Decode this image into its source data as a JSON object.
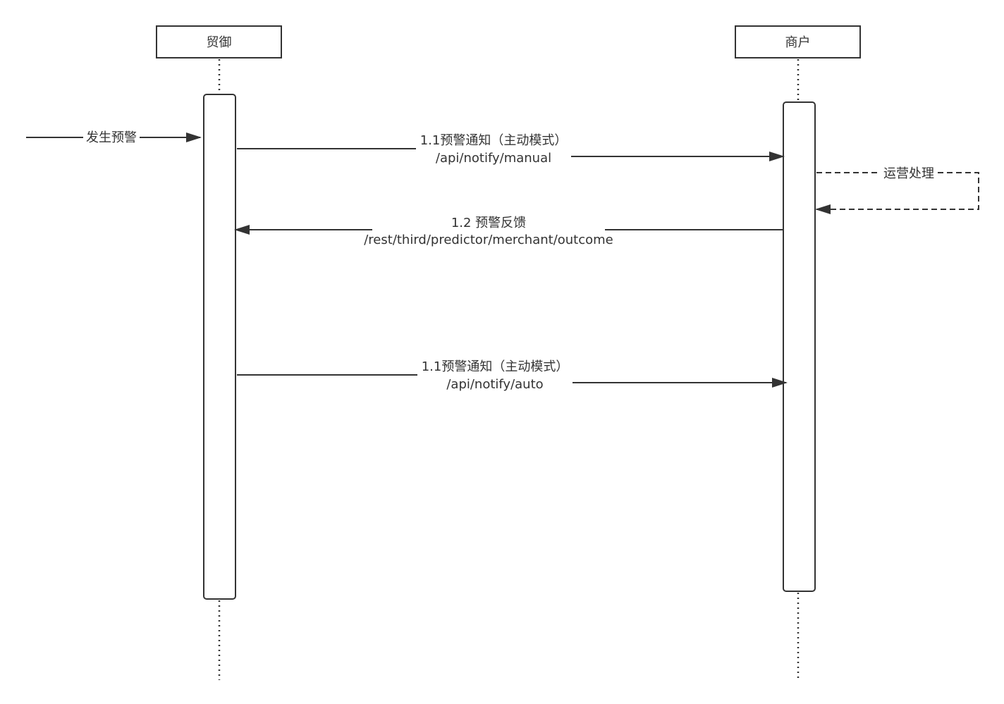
{
  "participants": {
    "left": {
      "name": "贸御"
    },
    "right": {
      "name": "商户"
    }
  },
  "messages": {
    "trigger": {
      "label": "发生预警"
    },
    "notify_manual": {
      "line1": "1.1预警通知（主动模式）",
      "line2": "/api/notify/manual"
    },
    "self_process": {
      "label": "运营处理"
    },
    "feedback": {
      "line1": "1.2 预警反馈",
      "line2": "/rest/third/predictor/merchant/outcome"
    },
    "notify_auto": {
      "line1": "1.1预警通知（主动模式）",
      "line2": "/api/notify/auto"
    }
  },
  "colors": {
    "stroke": "#333333",
    "background": "#ffffff"
  }
}
